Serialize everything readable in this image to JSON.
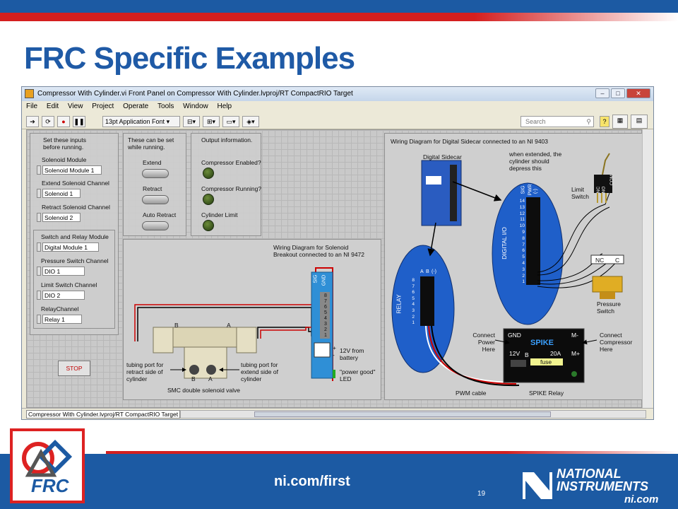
{
  "slide": {
    "title": "FRC Specific Examples",
    "url": "ni.com/first",
    "page_number": "19",
    "frc_logo_text": "FRC",
    "ni_logo_line1": "NATIONAL",
    "ni_logo_line2": "INSTRUMENTS",
    "ni_logo_line3": "ni.com"
  },
  "window": {
    "title": "Compressor With Cylinder.vi Front Panel on Compressor With Cylinder.lvproj/RT CompactRIO Target",
    "menu": [
      "File",
      "Edit",
      "View",
      "Project",
      "Operate",
      "Tools",
      "Window",
      "Help"
    ],
    "font_select": "13pt Application Font",
    "search_placeholder": "Search",
    "status_text": "Compressor With Cylinder.lvproj/RT CompactRIO Target"
  },
  "inputs": {
    "heading": "Set these inputs before running.",
    "solenoid_module_label": "Solenoid Module",
    "solenoid_module_value": "Solenoid Module 1",
    "extend_label": "Extend Solenoid Channel",
    "extend_value": "Solenoid 1",
    "retract_label": "Retract Solenoid Channel",
    "retract_value": "Solenoid 2",
    "switch_module_label": "Switch and Relay Module",
    "switch_module_value": "Digital Module 1",
    "pressure_label": "Pressure Switch Channel",
    "pressure_value": "DIO 1",
    "limit_label": "Limit Switch Channel",
    "limit_value": "DIO 2",
    "relay_label": "RelayChannel",
    "relay_value": "Relay 1"
  },
  "runtime": {
    "heading": "These can be set while running.",
    "extend": "Extend",
    "retract": "Retract",
    "auto_retract": "Auto Retract"
  },
  "outputs": {
    "heading": "Output information.",
    "compressor_enabled": "Compressor Enabled?",
    "compressor_running": "Compressor Running?",
    "cylinder_limit": "Cylinder Limit"
  },
  "stop_label": "STOP",
  "solenoid_diagram": {
    "title": "Wiring Diagram for Solenoid Breakout connected to an NI 9472",
    "sig": "SIG",
    "gnd": "GND",
    "pins": [
      "8",
      "7",
      "6",
      "5",
      "4",
      "3",
      "2",
      "1"
    ],
    "plus": "+",
    "minus": "-",
    "battery": "12V from battery",
    "power_good": "\"power good\" LED",
    "port_b": "B",
    "port_a": "A",
    "port_b2": "B",
    "port_a2": "A",
    "retract_port": "tubing port for retract side of cylinder",
    "extend_port": "tubing port for extend side of cylinder",
    "valve": "SMC double solenoid valve"
  },
  "sidecar_diagram": {
    "title": "Wiring Diagram for Digital Sidecar connected to an NI 9403",
    "digital_sidecar": "Digital Sidecar",
    "depress_note": "when extended, the cylinder should depress this",
    "limit_switch": "Limit Switch",
    "com": "COM",
    "nc": "NC",
    "no": "NO",
    "nc2": "NC",
    "c": "C",
    "pressure_switch": "Pressure Switch",
    "digital_io": "DIGITAL I/O",
    "io_cols": [
      "SIG",
      "PWR",
      "(-)"
    ],
    "io_rows": [
      "14",
      "13",
      "12",
      "11",
      "10",
      "9",
      "8",
      "7",
      "6",
      "5",
      "4",
      "3",
      "2",
      "1"
    ],
    "relay": "RELAY",
    "relay_cols": [
      "A",
      "B",
      "(-)"
    ],
    "relay_rows": [
      "8",
      "7",
      "6",
      "5",
      "4",
      "3",
      "2",
      "1"
    ],
    "pwm_cable": "PWM cable",
    "spike": "SPIKE",
    "spike_relay": "SPIKE Relay",
    "gnd": "GND",
    "v12": "12V",
    "m_minus": "M-",
    "m_plus": "M+",
    "b": "B",
    "amps": "20A",
    "fuse": "fuse",
    "connect_power": "Connect Power Here",
    "connect_compressor": "Connect Compressor Here"
  }
}
